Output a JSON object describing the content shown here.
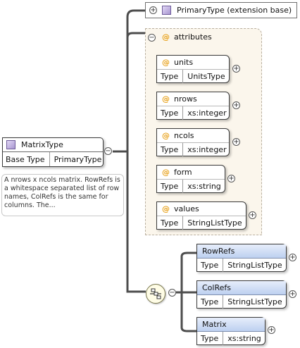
{
  "root": {
    "name": "MatrixType",
    "base_type_label": "Base Type",
    "base_type_value": "PrimaryType",
    "icon": "complex-type-icon"
  },
  "documentation": "A nrows x ncols matrix. RowRefs is a whitespace separated list of row names, ColRefs is the same for columns. The...",
  "base": {
    "label": "PrimaryType (extension base)",
    "icon": "complex-type-icon"
  },
  "attributes_group": {
    "title": "attributes",
    "items": [
      {
        "name": "units",
        "type_label": "Type",
        "type": "UnitsType"
      },
      {
        "name": "nrows",
        "type_label": "Type",
        "type": "xs:integer"
      },
      {
        "name": "ncols",
        "type_label": "Type",
        "type": "xs:integer"
      },
      {
        "name": "form",
        "type_label": "Type",
        "type": "xs:string"
      },
      {
        "name": "values",
        "type_label": "Type",
        "type": "StringListType"
      }
    ]
  },
  "sequence": {
    "icon": "sequence-icon",
    "elements": [
      {
        "name": "RowRefs",
        "type_label": "Type",
        "type": "StringListType"
      },
      {
        "name": "ColRefs",
        "type_label": "Type",
        "type": "StringListType"
      },
      {
        "name": "Matrix",
        "type_label": "Type",
        "type": "xs:string"
      }
    ]
  },
  "toggles": {
    "expand": "+",
    "collapse": "−"
  },
  "attribute_marker": "@",
  "colors": {
    "connector": "#4d4d4d",
    "attributes_bg": "#fbf6ec",
    "element_header": "#c4d5f2",
    "attribute_marker": "#e8a21c"
  }
}
